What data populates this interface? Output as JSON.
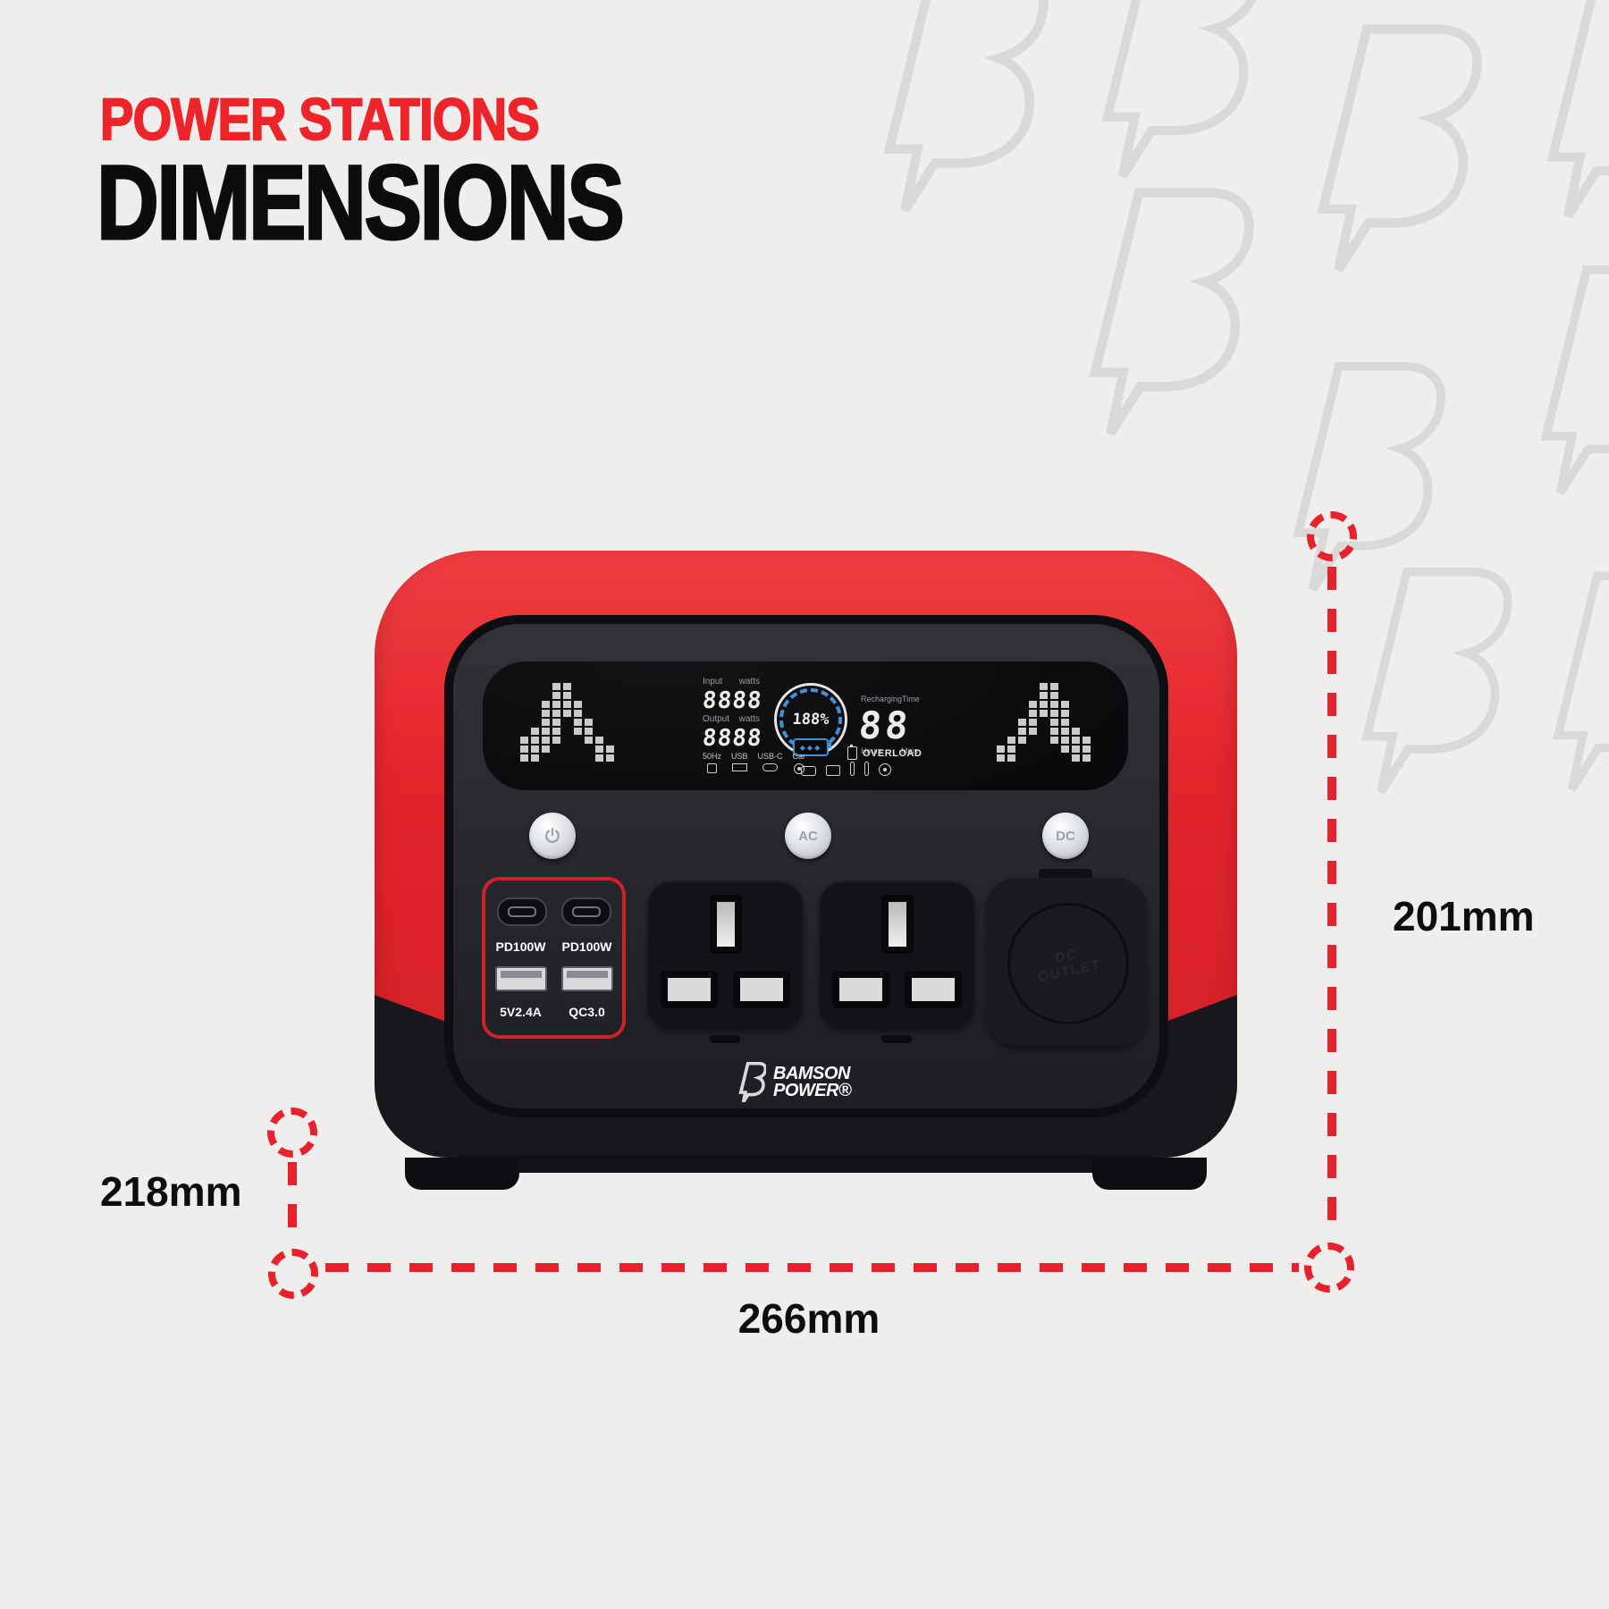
{
  "header": {
    "eyebrow": "POWER STATIONS",
    "title": "DIMENSIONS"
  },
  "colors": {
    "background": "#efeeec",
    "accent_red": "#e8222d",
    "eyebrow_red": "#ed2429",
    "device_red": "#e2242b",
    "device_black": "#17181c",
    "watermark_gray": "#d9d9d8",
    "lcd_blue": "#4090d8"
  },
  "watermark": {
    "icon": "b-lightning-bolt-icon"
  },
  "device": {
    "display": {
      "input_label": "Input",
      "input_unit": "watts",
      "input_value": "8888",
      "output_label": "Output",
      "output_unit": "watts",
      "output_value": "8888",
      "battery_percent": "188%",
      "charge_arrows": "◆◆◆",
      "recharging_label": "Recharging",
      "time_label": "Time",
      "time_value": "88",
      "hours_label": "Hours",
      "mins_label": "Mins",
      "overload_label": "OVERLOAD",
      "port_labels": [
        "50Hz",
        "USB",
        "USB-C",
        "Car"
      ],
      "status_icons": [
        "plug-icon",
        "outlet-grid-icon",
        "temp-low-icon",
        "temp-high-icon",
        "fan-icon"
      ],
      "eq_bars_left": [
        [
          3,
          0
        ],
        [
          4,
          0
        ],
        [
          6,
          1
        ],
        [
          7,
          2
        ],
        [
          4,
          5
        ],
        [
          4,
          3
        ],
        [
          3,
          2
        ],
        [
          3,
          0
        ],
        [
          2,
          0
        ]
      ],
      "eq_bars_right": [
        [
          2,
          0
        ],
        [
          3,
          0
        ],
        [
          3,
          2
        ],
        [
          4,
          3
        ],
        [
          4,
          5
        ],
        [
          7,
          2
        ],
        [
          6,
          1
        ],
        [
          4,
          0
        ],
        [
          3,
          0
        ]
      ]
    },
    "buttons": {
      "power_icon": "power-icon",
      "ac_label": "AC",
      "dc_label": "DC"
    },
    "usb": {
      "usbc_labels": [
        "PD100W",
        "PD100W"
      ],
      "usba_labels": [
        "5V2.4A",
        "QC3.0"
      ]
    },
    "ac_outlet_count": "2",
    "dc_outlet": {
      "line1": "DC",
      "line2": "OUTLET"
    },
    "logo": {
      "line1": "BAMSON",
      "line2": "POWER®"
    }
  },
  "dimensions": {
    "height_label": "201mm",
    "depth_label": "218mm",
    "width_label": "266mm"
  }
}
